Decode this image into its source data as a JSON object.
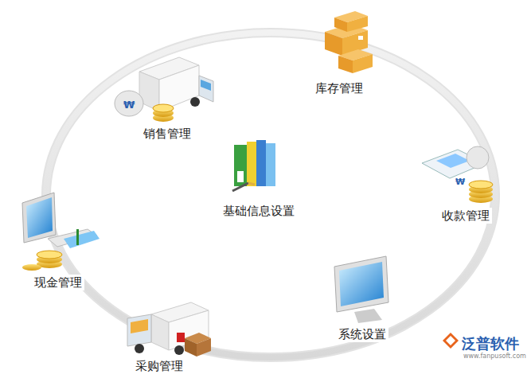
{
  "diagram": {
    "nodes": [
      {
        "text": [
          "库存管理"
        ]
      },
      {
        "text": [
          "销售管理"
        ]
      },
      {
        "text": [
          "基础信息设置"
        ]
      },
      {
        "text": [
          "收款管理"
        ]
      },
      {
        "text": [
          "现金管理"
        ]
      },
      {
        "text": [
          "系统设置"
        ]
      },
      {
        "text": [
          "采购管理"
        ]
      }
    ],
    "labels": [
      "泛普软件",
      "www.fanpusoft.com"
    ]
  }
}
